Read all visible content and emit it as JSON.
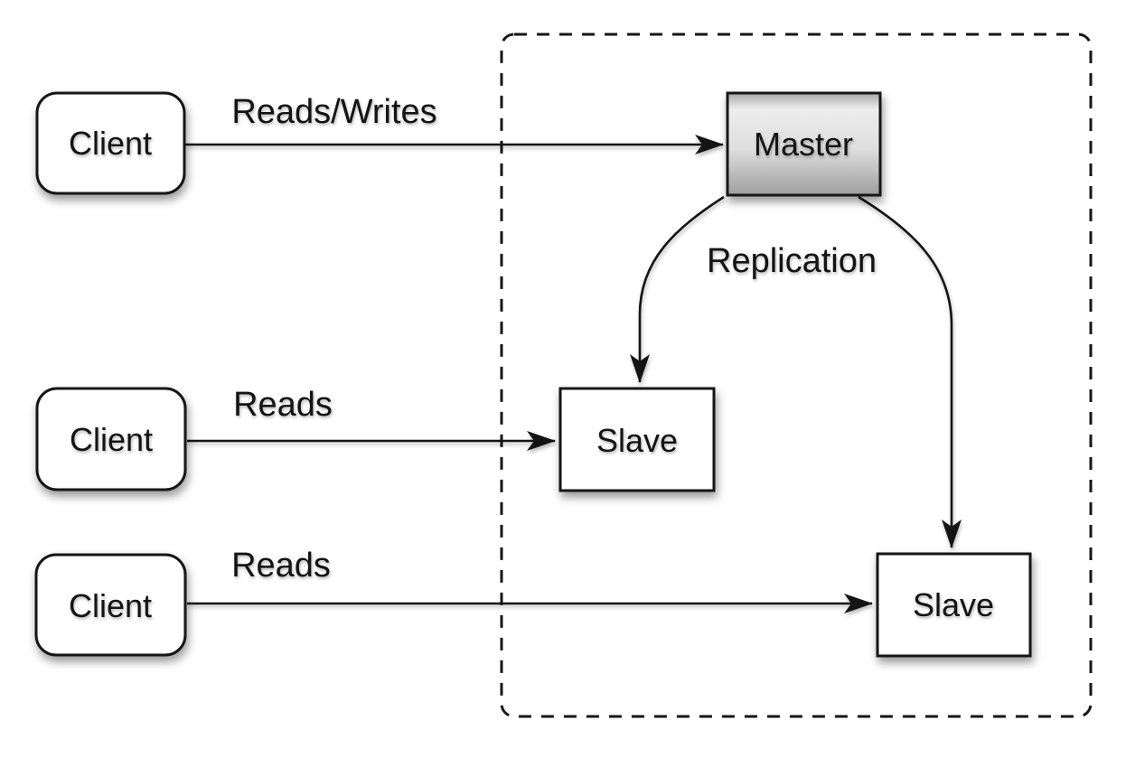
{
  "diagram": {
    "type": "master-slave-replication-topology",
    "clients": [
      {
        "label": "Client"
      },
      {
        "label": "Client"
      },
      {
        "label": "Client"
      }
    ],
    "cluster": {
      "master": {
        "label": "Master"
      },
      "slaves": [
        {
          "label": "Slave"
        },
        {
          "label": "Slave"
        }
      ]
    },
    "edges": {
      "reads_writes": {
        "label": "Reads/Writes",
        "from": "client-1",
        "to": "master"
      },
      "replication": {
        "label": "Replication",
        "from": "master",
        "to": [
          "slave-1",
          "slave-2"
        ]
      },
      "reads_upper": {
        "label": "Reads",
        "from": "client-2",
        "to": "slave-1"
      },
      "reads_lower": {
        "label": "Reads",
        "from": "client-3",
        "to": "slave-2"
      }
    },
    "colors": {
      "background": "#ffffff",
      "stroke": "#161616",
      "node_fill": "#ffffff",
      "master_gradient_edge": "#a9a9a9",
      "master_gradient_top": "#ededed",
      "master_gradient_mid": "#dedede",
      "master_gradient_bottom": "#9e9e9e"
    }
  }
}
